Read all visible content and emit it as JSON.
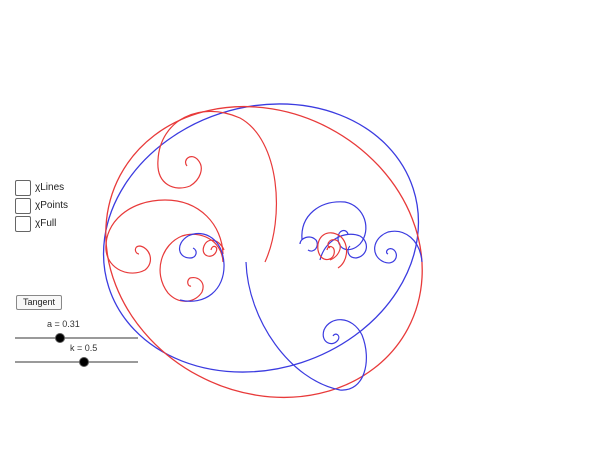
{
  "checkboxes": [
    {
      "label": "χLines",
      "checked": false
    },
    {
      "label": "χPoints",
      "checked": false
    },
    {
      "label": "χFull",
      "checked": false
    }
  ],
  "button": {
    "label": "Tangent"
  },
  "sliders": [
    {
      "label": "a = 0.31",
      "value": 0.31,
      "min": 0,
      "max": 1
    },
    {
      "label": "k = 0.5",
      "value": 0.5,
      "min": 0,
      "max": 1
    }
  ],
  "colors": {
    "blue": "#3b3be0",
    "red": "#e83a3a"
  }
}
